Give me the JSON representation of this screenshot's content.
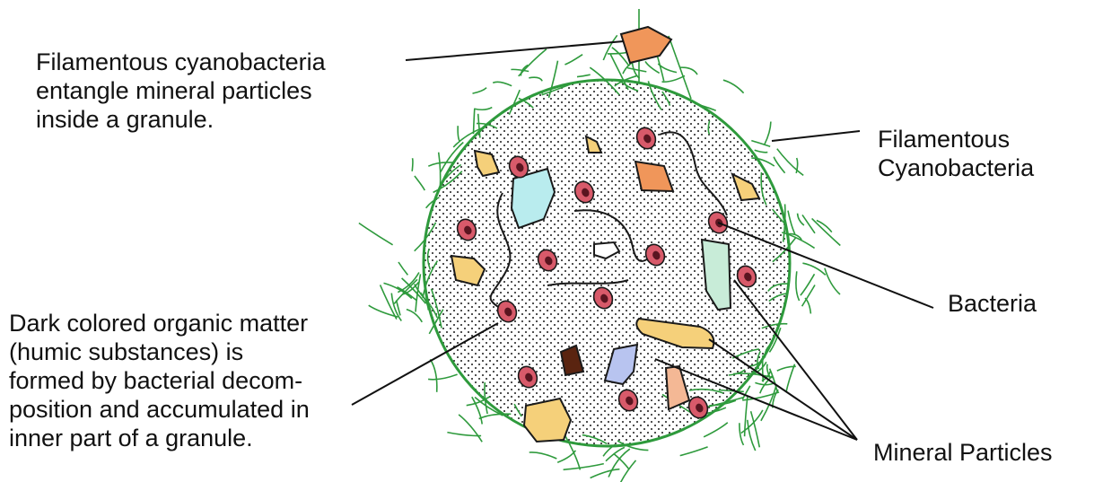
{
  "labels": {
    "top_left": [
      "Filamentous cyanobacteria",
      "entangle mineral particles",
      "inside a granule."
    ],
    "top_right": [
      "Filamentous",
      "Cyanobacteria"
    ],
    "bacteria": "Bacteria",
    "bottom_left": [
      "Dark colored organic matter",
      "(humic substances) is",
      "formed by bacterial decom-",
      "position and accumulated in",
      "inner part of a granule."
    ],
    "mineral": "Mineral Particles"
  },
  "colors": {
    "filament": "#2e9a3c",
    "outline": "#1a1a1a",
    "stipple": "#222222",
    "bacteria_fill": "#d85a6a",
    "bacteria_dark": "#5a1520",
    "mineral_orange": "#f0965a",
    "mineral_yellow": "#f5d07a",
    "mineral_cyan": "#b9ecee",
    "mineral_mint": "#c8ecd8",
    "mineral_blue": "#b8c4f0",
    "mineral_peach": "#f4b895",
    "mineral_brown": "#5a2410"
  }
}
